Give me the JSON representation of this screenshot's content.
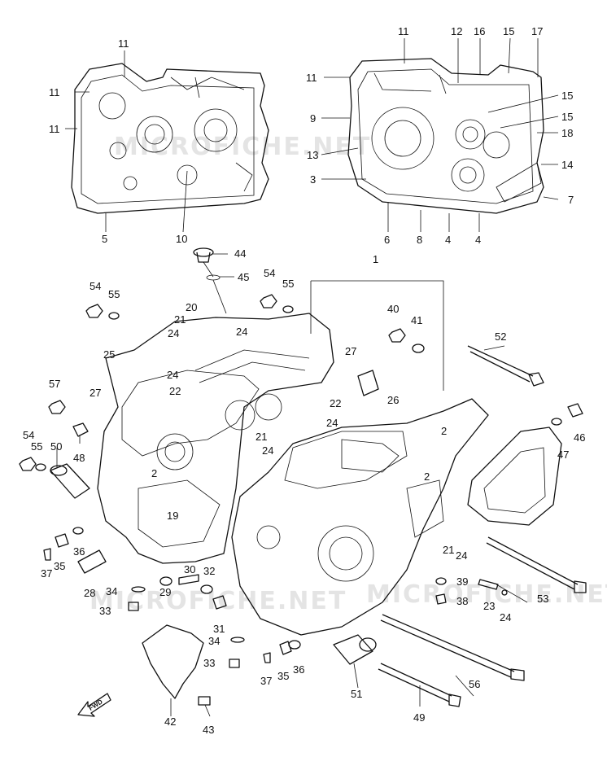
{
  "diagram": {
    "watermark_text": "MICROFICHE.NET",
    "fwd_label": "FWD",
    "colors": {
      "line": "#111111",
      "background": "#ffffff",
      "watermark": "#cfcfcf"
    },
    "callouts": [
      "11",
      "11",
      "11",
      "11",
      "5",
      "10",
      "11",
      "12",
      "16",
      "15",
      "17",
      "9",
      "15",
      "15",
      "18",
      "13",
      "14",
      "3",
      "7",
      "6",
      "8",
      "4",
      "4",
      "44",
      "45",
      "1",
      "54",
      "55",
      "54",
      "55",
      "20",
      "21",
      "24",
      "24",
      "40",
      "41",
      "52",
      "25",
      "27",
      "24",
      "27",
      "22",
      "22",
      "26",
      "57",
      "24",
      "54",
      "55",
      "50",
      "48",
      "21",
      "24",
      "2",
      "46",
      "47",
      "2",
      "2",
      "19",
      "21",
      "24",
      "35",
      "36",
      "37",
      "28",
      "30",
      "32",
      "39",
      "53",
      "29",
      "34",
      "23",
      "38",
      "24",
      "33",
      "31",
      "34",
      "33",
      "37",
      "35",
      "36",
      "56",
      "51",
      "43",
      "42",
      "49"
    ]
  }
}
